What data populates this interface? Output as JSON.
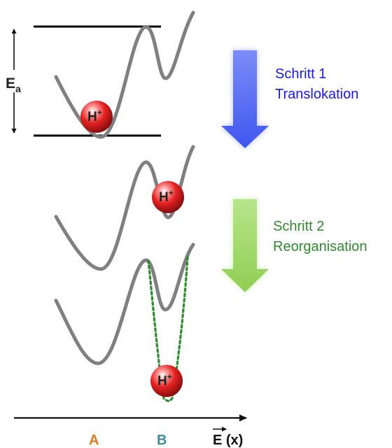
{
  "energy_barrier": {
    "label_main": "E",
    "label_sub": "a"
  },
  "ion": {
    "label_main": "H",
    "label_sup": "+"
  },
  "steps": [
    {
      "line1": "Schritt 1",
      "line2": "Translokation",
      "color": "#1a1ae6"
    },
    {
      "line1": "Schritt 2",
      "line2": "Reorganisation",
      "color": "#2e8b2e"
    }
  ],
  "axis": {
    "site_a": "A",
    "site_b": "B",
    "field_label": "E (x)"
  },
  "colors": {
    "curve": "#808080",
    "site_a": "#e07b1a",
    "site_b": "#3a8fa0",
    "arrow_step1": "#4a5af5",
    "arrow_step2": "#9ad35c",
    "dotted_well": "#2e8b2e",
    "ion_fill": "#e02020"
  }
}
